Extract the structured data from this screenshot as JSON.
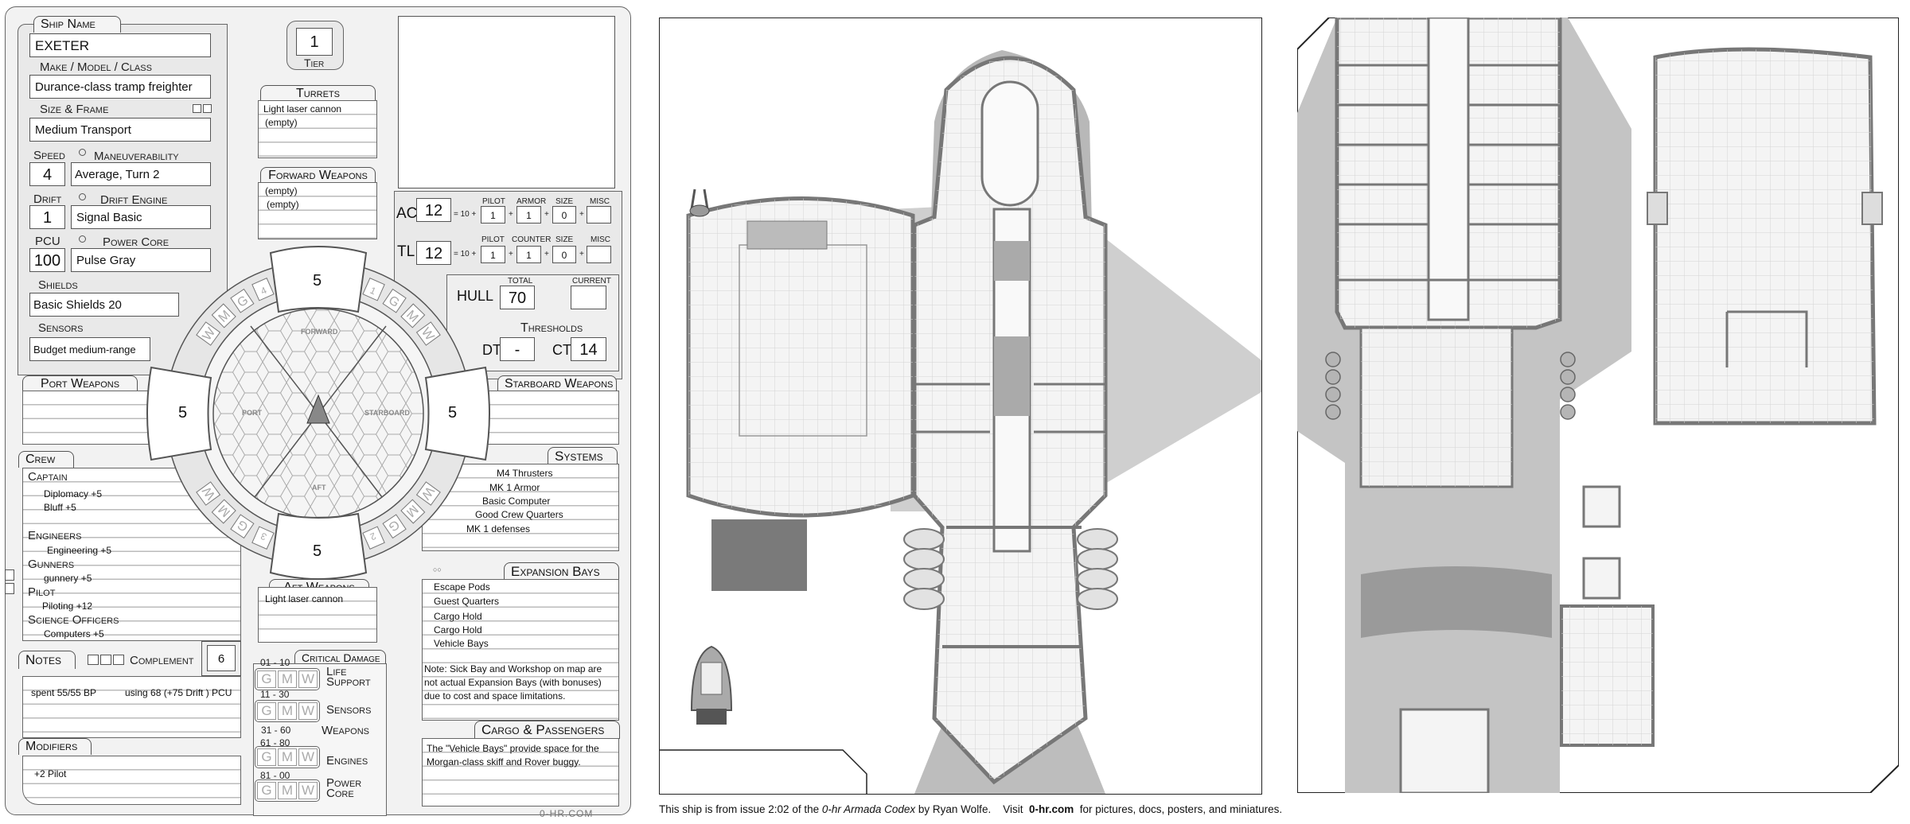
{
  "sheet": {
    "ship_name_label": "Ship Name",
    "ship_name": "EXETER",
    "make_label": "Make / Model / Class",
    "make": "Durance-class tramp freighter",
    "size_label": "Size & Frame",
    "size": "Medium Transport",
    "speed_label": "Speed",
    "speed": "4",
    "maneuverability_label": "Maneuverability",
    "maneuverability": "Average,  Turn 2",
    "drift_label": "Drift",
    "drift": "1",
    "drift_engine_label": "Drift Engine",
    "drift_engine": "Signal Basic",
    "pcu_label": "PCU",
    "pcu": "100",
    "power_core_label": "Power Core",
    "power_core": "Pulse Gray",
    "shields_label": "Shields",
    "shields": "Basic Shields 20",
    "sensors_label": "Sensors",
    "sensors": "Budget medium-range",
    "tier_label": "Tier",
    "tier": "1",
    "turrets": {
      "label": "Turrets",
      "items": [
        "Light laser cannon",
        "(empty)"
      ]
    },
    "forward_weapons": {
      "label": "Forward Weapons",
      "items": [
        "(empty)",
        "(empty)"
      ]
    },
    "port_weapons": {
      "label": "Port Weapons"
    },
    "starboard_weapons": {
      "label": "Starboard Weapons"
    },
    "aft_weapons": {
      "label": "Aft Weapons",
      "items": [
        "Light laser cannon"
      ]
    },
    "ac": {
      "label": "AC",
      "value": "12",
      "eq": "= 10 +",
      "headers": [
        "PILOT",
        "ARMOR",
        "SIZE",
        "MISC"
      ],
      "values": [
        "1",
        "1",
        "0",
        ""
      ]
    },
    "tl": {
      "label": "TL",
      "value": "12",
      "eq": "= 10 +",
      "headers": [
        "PILOT",
        "COUNTER",
        "SIZE",
        "MISC"
      ],
      "values": [
        "1",
        "1",
        "0",
        ""
      ]
    },
    "hull": {
      "label": "HULL",
      "total_label": "TOTAL",
      "total": "70",
      "current_label": "CURRENT",
      "current": ""
    },
    "thresholds": {
      "label": "Thresholds",
      "dt_label": "DT",
      "dt": "-",
      "ct_label": "CT",
      "ct": "14"
    },
    "shield_arcs": {
      "forward": "5",
      "port": "5",
      "starboard": "5",
      "aft": "5",
      "labels": {
        "forward": "FORWARD",
        "port": "PORT",
        "starboard": "STARBOARD",
        "aft": "AFT"
      },
      "arc_numbers": [
        "1",
        "2",
        "3",
        "4"
      ],
      "gmw": [
        "G",
        "M",
        "W"
      ]
    },
    "crew": {
      "label": "Crew",
      "roles": [
        {
          "role": "Captain",
          "skills": [
            "Diplomacy +5",
            "Bluff +5"
          ]
        },
        {
          "role": "Engineers",
          "skills": [
            "Engineering +5"
          ]
        },
        {
          "role": "Gunners",
          "skills": [
            "gunnery +5"
          ]
        },
        {
          "role": "Pilot",
          "skills": [
            "Piloting +12"
          ]
        },
        {
          "role": "Science Officers",
          "skills": [
            "Computers +5"
          ]
        }
      ]
    },
    "systems": {
      "label": "Systems",
      "items": [
        "M4 Thrusters",
        "MK 1 Armor",
        "Basic Computer",
        "Good Crew Quarters",
        "MK 1  defenses"
      ]
    },
    "expansion_bays": {
      "label": "Expansion Bays",
      "items": [
        "Escape Pods",
        "Guest Quarters",
        "Cargo Hold",
        "Cargo Hold",
        "Vehicle Bays"
      ],
      "note": [
        "Note: Sick Bay and Workshop on map are",
        "not actual Expansion Bays  (with bonuses)",
        "due to cost and space limitations."
      ]
    },
    "notes": {
      "label": "Notes",
      "text_bp": "spent 55/55 BP",
      "text_pcu": "using 68 (+75 Drift ) PCU"
    },
    "complement": {
      "label": "Complement",
      "value": "6"
    },
    "modifiers": {
      "label": "Modifiers",
      "items": [
        "+2 Pilot"
      ]
    },
    "critical_damage": {
      "label": "Critical Damage",
      "rows": [
        {
          "range": "01 - 10",
          "system": [
            "Life",
            "Support"
          ]
        },
        {
          "range": "11 - 30",
          "system": [
            "Sensors"
          ]
        },
        {
          "range": "31 - 60",
          "system": [
            "Weapons"
          ]
        },
        {
          "range": "61 - 80",
          "system": [
            "Engines"
          ]
        },
        {
          "range": "81 - 00",
          "system": [
            "Power",
            "Core"
          ]
        }
      ]
    },
    "cargo": {
      "label": "Cargo & Passengers",
      "lines": [
        "The \"Vehicle Bays\" provide space for the",
        "Morgan-class skiff and Rover buggy."
      ]
    },
    "footer_site": "0-HR.COM"
  },
  "caption": {
    "pre": "This ship is from issue 2:02 of the ",
    "italic": "0-hr Armada Codex",
    "mid": " by Ryan Wolfe.    Visit  ",
    "bold": "0-hr.com",
    "post": "  for pictures, docs, posters, and miniatures."
  }
}
